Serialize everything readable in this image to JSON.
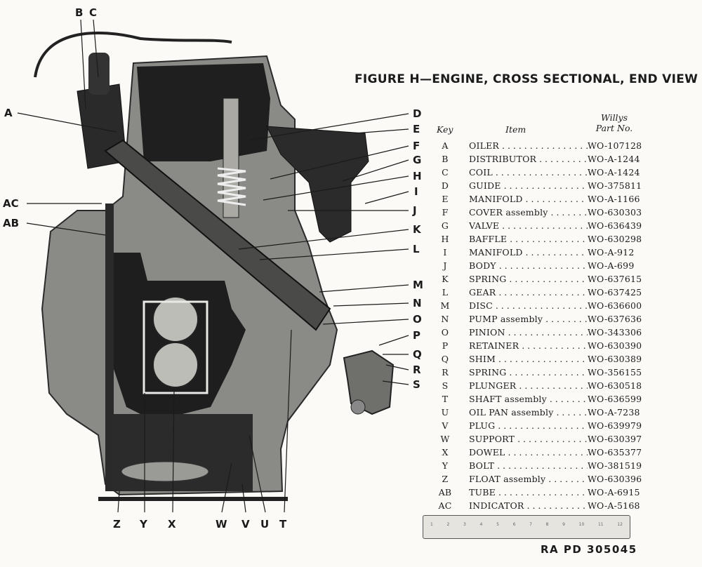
{
  "title": "FIGURE H—ENGINE, CROSS SECTIONAL, END VIEW",
  "table": {
    "header_key": "Key",
    "header_item": "Item",
    "header_part_line1": "Willys",
    "header_part_line2": "Part No.",
    "rows": [
      {
        "key": "A",
        "item": "OILER",
        "part": "WO-107128"
      },
      {
        "key": "B",
        "item": "DISTRIBUTOR",
        "part": "WO-A-1244"
      },
      {
        "key": "C",
        "item": "COIL",
        "part": "WO-A-1424"
      },
      {
        "key": "D",
        "item": "GUIDE",
        "part": "WO-375811"
      },
      {
        "key": "E",
        "item": "MANIFOLD",
        "part": "WO-A-1166"
      },
      {
        "key": "F",
        "item": "COVER assembly",
        "part": "WO-630303"
      },
      {
        "key": "G",
        "item": "VALVE",
        "part": "WO-636439"
      },
      {
        "key": "H",
        "item": "BAFFLE",
        "part": "WO-630298"
      },
      {
        "key": "I",
        "item": "MANIFOLD",
        "part": "WO-A-912"
      },
      {
        "key": "J",
        "item": "BODY",
        "part": "WO-A-699"
      },
      {
        "key": "K",
        "item": "SPRING",
        "part": "WO-637615"
      },
      {
        "key": "L",
        "item": "GEAR",
        "part": "WO-637425"
      },
      {
        "key": "M",
        "item": "DISC",
        "part": "WO-636600"
      },
      {
        "key": "N",
        "item": "PUMP assembly",
        "part": "WO-637636"
      },
      {
        "key": "O",
        "item": "PINION",
        "part": "WO-343306"
      },
      {
        "key": "P",
        "item": "RETAINER",
        "part": "WO-630390"
      },
      {
        "key": "Q",
        "item": "SHIM",
        "part": "WO-630389"
      },
      {
        "key": "R",
        "item": "SPRING",
        "part": "WO-356155"
      },
      {
        "key": "S",
        "item": "PLUNGER",
        "part": "WO-630518"
      },
      {
        "key": "T",
        "item": "SHAFT assembly",
        "part": "WO-636599"
      },
      {
        "key": "U",
        "item": "OIL PAN assembly",
        "part": "WO-A-7238"
      },
      {
        "key": "V",
        "item": "PLUG",
        "part": "WO-639979"
      },
      {
        "key": "W",
        "item": "SUPPORT",
        "part": "WO-630397"
      },
      {
        "key": "X",
        "item": "DOWEL",
        "part": "WO-635377"
      },
      {
        "key": "Y",
        "item": "BOLT",
        "part": "WO-381519"
      },
      {
        "key": "Z",
        "item": "FLOAT assembly",
        "part": "WO-630396"
      },
      {
        "key": "AB",
        "item": "TUBE",
        "part": "WO-A-6915"
      },
      {
        "key": "AC",
        "item": "INDICATOR",
        "part": "WO-A-5168"
      }
    ]
  },
  "callouts": {
    "A": "A",
    "B": "B",
    "C": "C",
    "D": "D",
    "E": "E",
    "F": "F",
    "G": "G",
    "H": "H",
    "I": "I",
    "J": "J",
    "K": "K",
    "L": "L",
    "M": "M",
    "N": "N",
    "O": "O",
    "P": "P",
    "Q": "Q",
    "R": "R",
    "S": "S",
    "T": "T",
    "U": "U",
    "V": "V",
    "W": "W",
    "X": "X",
    "Y": "Y",
    "Z": "Z",
    "AB": "AB",
    "AC": "AC"
  },
  "ruler_marks": [
    "1",
    "2",
    "3",
    "4",
    "5",
    "6",
    "7",
    "8",
    "9",
    "10",
    "11",
    "12"
  ],
  "figure_code": "RA  PD  305045"
}
